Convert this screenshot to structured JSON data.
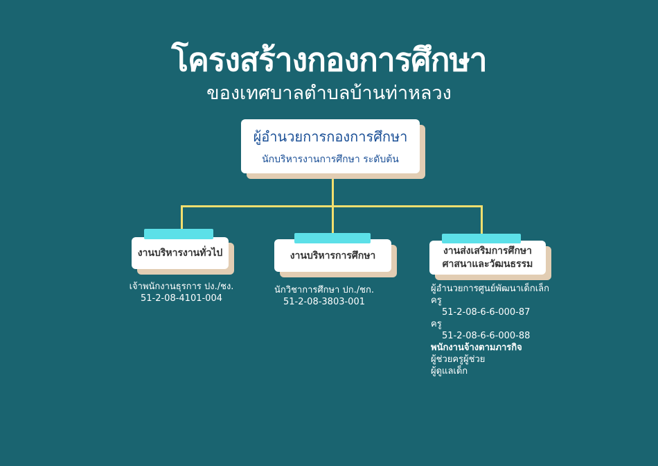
{
  "title": "โครงสร้างกองการศึกษา",
  "subtitle": "ของเทศบาลตำบลบ้านท่าหลวง",
  "head": {
    "title": "ผู้อำนวยการกองการศึกษา",
    "position": "นักบริหารงานการศึกษา ระดับต้น"
  },
  "units": [
    {
      "name": "งานบริหารงานทั่วไป",
      "lines": [
        "เจ้าพนักงานธุรการ ปง./ชง.",
        "51-2-08-4101-004"
      ]
    },
    {
      "name": "งานบริหารการศึกษา",
      "lines": [
        "นักวิชาการศึกษา ปก./ชก.",
        "51-2-08-3803-001"
      ]
    },
    {
      "name_line1": "งานส่งเสริมการศึกษา",
      "name_line2": "ศาสนาและวัฒนธรรม",
      "lines": [
        "ผู้อำนวยการศูนย์พัฒนาเด็กเล็ก",
        "ครู",
        "51-2-08-6-6-000-87",
        "ครู",
        "51-2-08-6-6-000-88",
        "พนักงานจ้างตามภารกิจ",
        "ผู้ช่วยครูผู้ช่วย",
        "ผู้ดูแลเด็ก"
      ]
    }
  ]
}
